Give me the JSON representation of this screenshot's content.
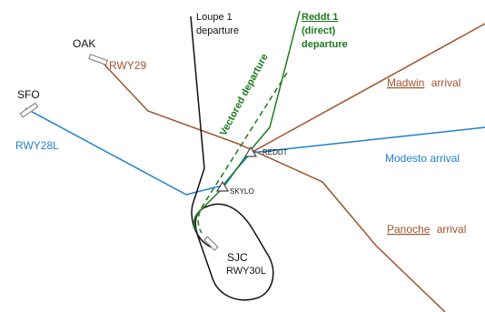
{
  "colors": {
    "brown": "#a0522d",
    "blue": "#1e7fd0",
    "green": "#1f7a1f",
    "black": "#111111",
    "gray": "#8a8a8a"
  },
  "airports": {
    "oak": {
      "name": "OAK",
      "runway": "RWY29"
    },
    "sfo": {
      "name": "SFO",
      "runway": "RWY28L"
    },
    "sjc": {
      "name": "SJC",
      "runway": "RWY30L"
    }
  },
  "departures": {
    "loupe1": {
      "line1": "Loupe 1",
      "line2": "departure"
    },
    "reddt1": {
      "line1": "Reddt 1",
      "line2": "(direct)",
      "line3": "departure"
    },
    "vectored": "Vectored departure"
  },
  "arrivals": {
    "madwin": {
      "name": "Madwin",
      "suffix": "arrival"
    },
    "modesto": "Modesto arrival",
    "panoche": {
      "name": "Panoche",
      "suffix": "arrival"
    }
  },
  "fixes": {
    "reddt": "REDDT",
    "skylo": "SKYLO"
  }
}
